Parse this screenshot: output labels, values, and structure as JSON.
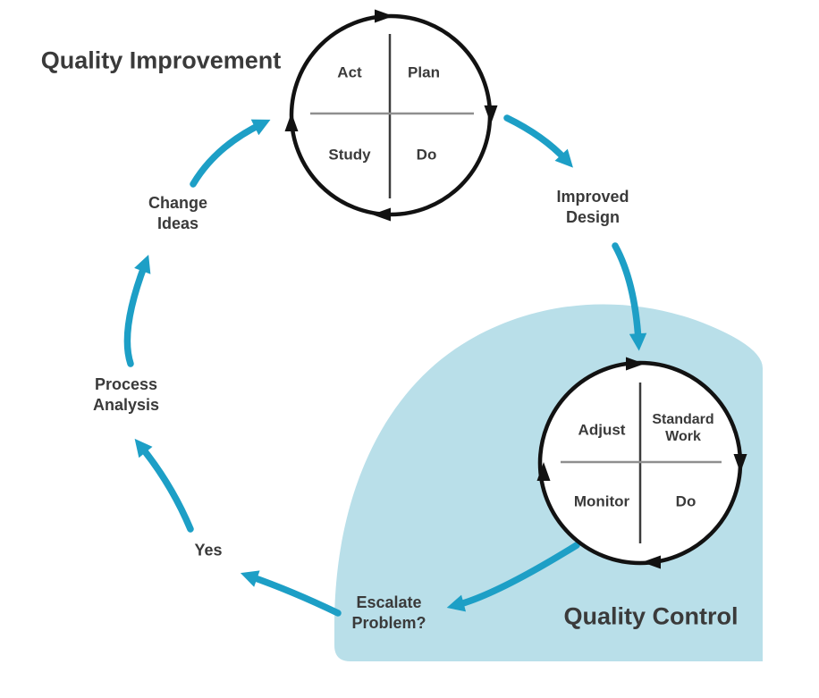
{
  "titles": {
    "quality_improvement": "Quality Improvement",
    "quality_control": "Quality Control"
  },
  "improvement_cycle": {
    "act": "Act",
    "plan": "Plan",
    "study": "Study",
    "do": "Do"
  },
  "control_cycle": {
    "adjust": "Adjust",
    "standard_work_line1": "Standard",
    "standard_work_line2": "Work",
    "monitor": "Monitor",
    "do": "Do"
  },
  "flow_labels": {
    "improved_design_line1": "Improved",
    "improved_design_line2": "Design",
    "escalate_problem_line1": "Escalate",
    "escalate_problem_line2": "Problem?",
    "yes": "Yes",
    "process_analysis_line1": "Process",
    "process_analysis_line2": "Analysis",
    "change_ideas_line1": "Change",
    "change_ideas_line2": "Ideas"
  },
  "colors": {
    "arrow": "#1d9fc6",
    "region": "#b9dfe9",
    "text": "#3a3a3a",
    "circle-stroke": "#121212",
    "divider": "#8f8f8f",
    "vline": "#3c3c3c",
    "background": "#ffffff"
  }
}
